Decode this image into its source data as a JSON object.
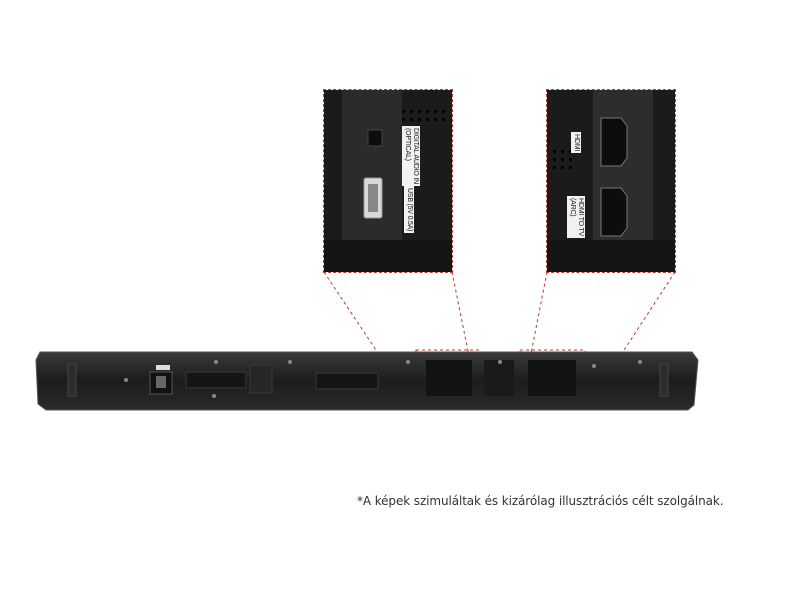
{
  "zoom_left": {
    "optical_label": "DIGITAL AUDIO IN\n(OPTICAL)",
    "usb_label": "USB (5V 0.5A)"
  },
  "zoom_right": {
    "hdmi_label": "HDMI",
    "hdmi_arc_label": "HDMI TO TV\n(ARC)"
  },
  "disclaimer": "*A képek szimuláltak és kizárólag illusztrációs célt szolgálnak.",
  "colors": {
    "body": "#1e1e1f",
    "dashed_outline": "#c0392b",
    "background": "#ffffff"
  }
}
